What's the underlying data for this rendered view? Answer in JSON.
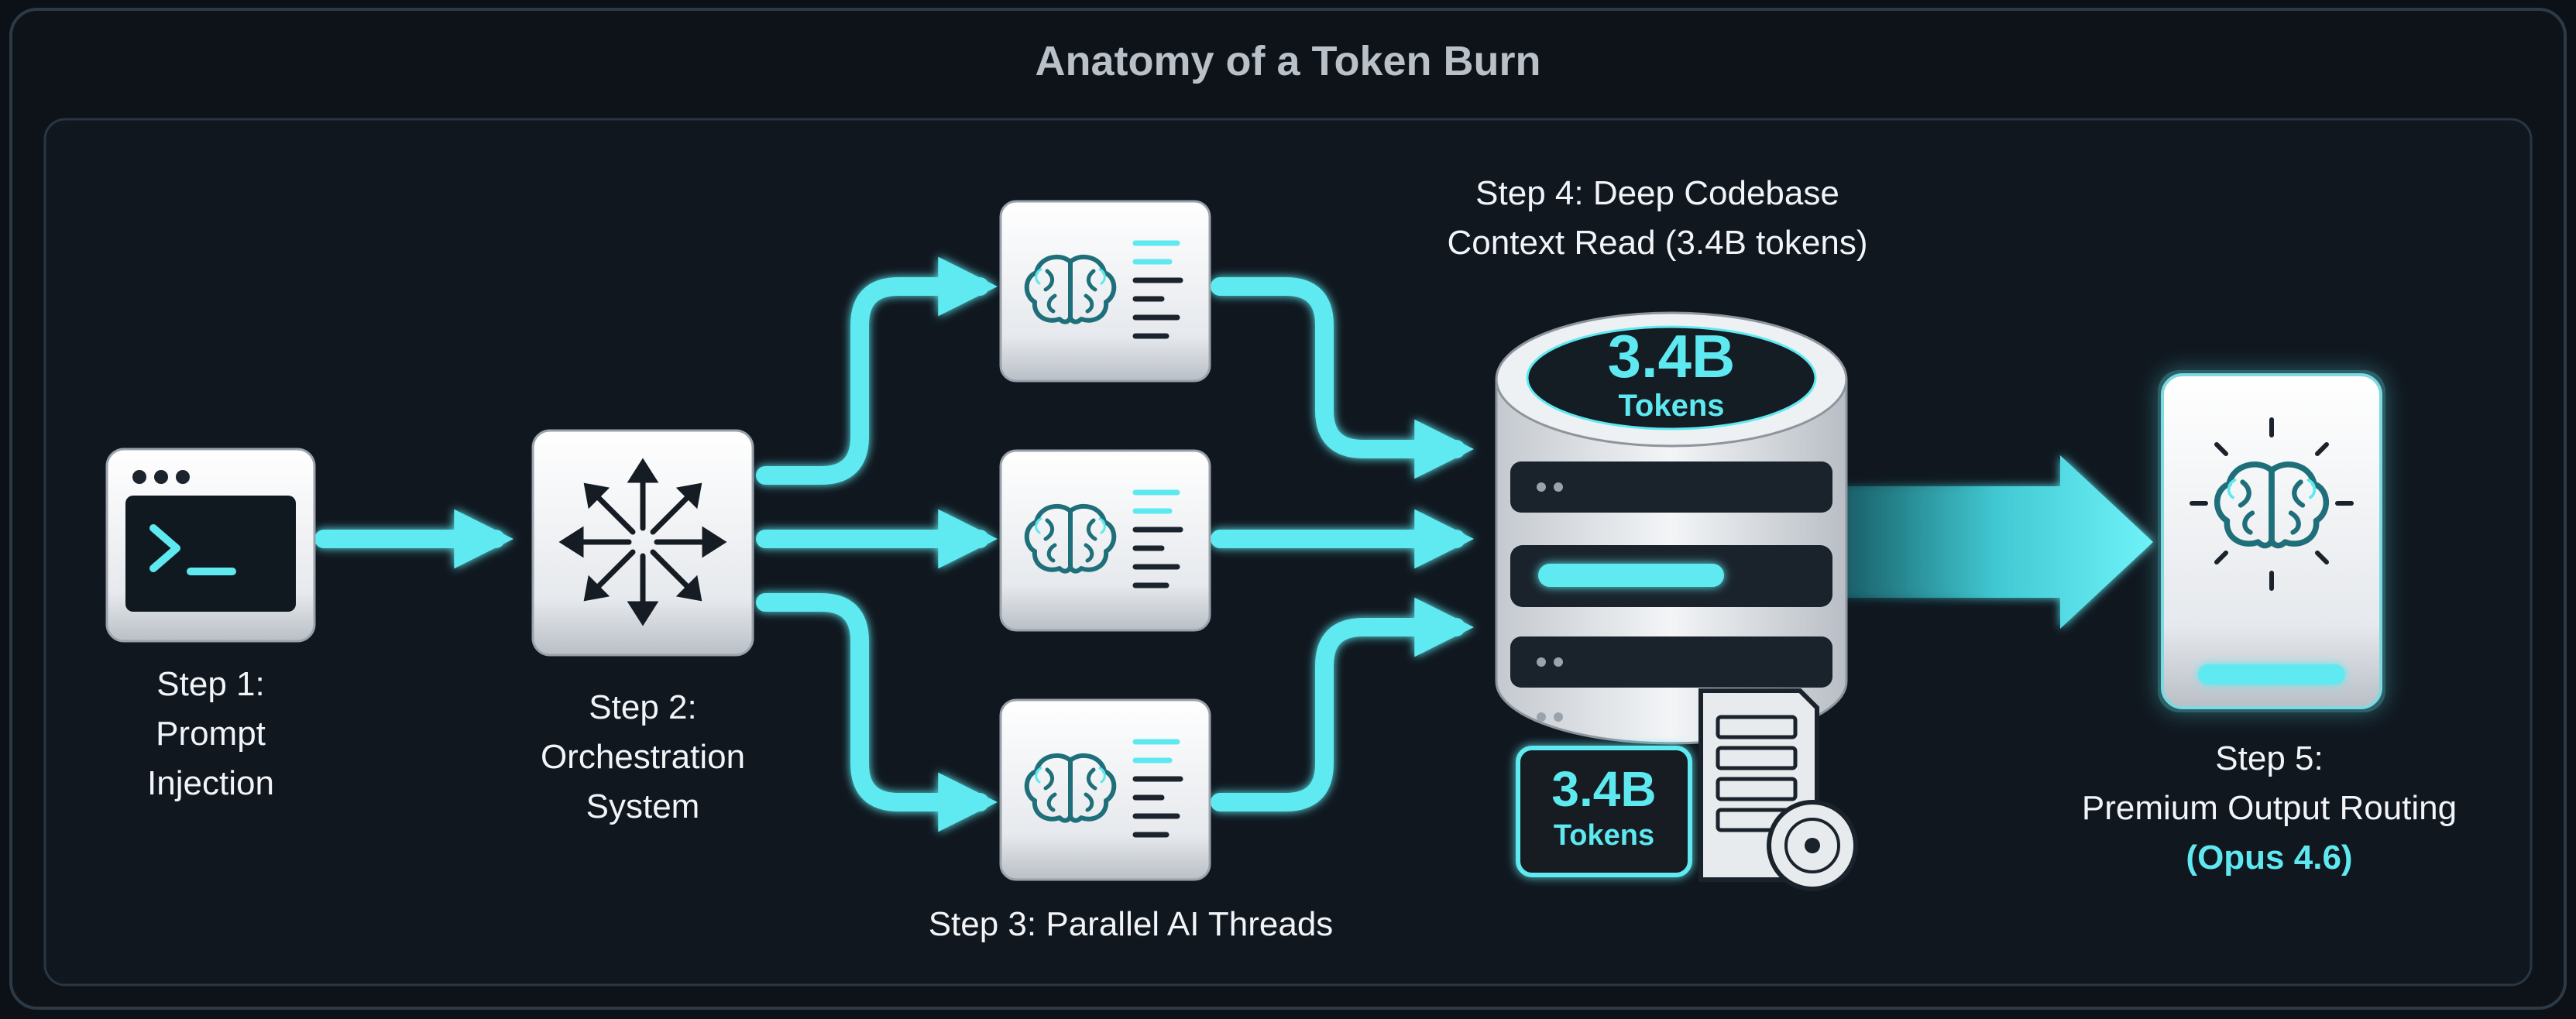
{
  "title": "Anatomy of a Token Burn",
  "steps": {
    "step1": {
      "line1": "Step 1:",
      "line2": "Prompt",
      "line3": "Injection"
    },
    "step2": {
      "line1": "Step 2:",
      "line2": "Orchestration",
      "line3": "System"
    },
    "step3": {
      "label": "Step 3: Parallel AI Threads"
    },
    "step4": {
      "line1": "Step 4: Deep Codebase",
      "line2": "Context Read (3.4B tokens)"
    },
    "step5": {
      "line1": "Step 5:",
      "line2": "Premium Output Routing",
      "line3": "(Opus 4.6)"
    }
  },
  "database": {
    "value": "3.4B",
    "unit": "Tokens"
  },
  "server_badge": {
    "value": "3.4B",
    "unit": "Tokens"
  },
  "colors": {
    "background": "#0c1117",
    "panel": "#10171f",
    "accent": "#5ee9f0",
    "accent_dark": "#1d8f9a",
    "card": "#eef0f3",
    "text": "#f2f4f7",
    "title": "#b9c0c8"
  },
  "icons": {
    "step1": "terminal-icon",
    "step2": "expand-arrows-icon",
    "step3": "brain-document-icon",
    "step4": "database-icon",
    "step4_badge": "server-disc-icon",
    "step5": "glowing-brain-icon"
  }
}
